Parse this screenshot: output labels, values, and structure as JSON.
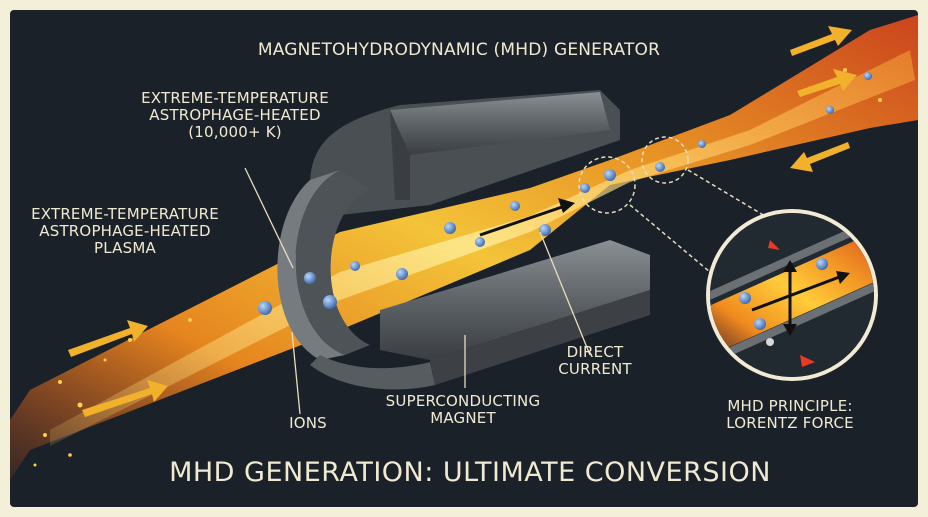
{
  "diagram": {
    "title": "MAGNETOHYDRODYNAMIC (MHD) GENERATOR",
    "label_heated_temp": "EXTREME-TEMPERATURE\nASTROPHAGE-HEATED\n(10,000+ K)",
    "label_plasma": "EXTREME-TEMPERATURE\nASTROPHAGE-HEATED\nPLASMA",
    "label_ions": "IONS",
    "label_magnet": "SUPERCONDUCTING\nMAGNET",
    "label_current": "DIRECT\nCURRENT",
    "label_principle": "MHD PRINCIPLE:\nLORENTZ FORCE",
    "bottom_title": "MHD GENERATION: ULTIMATE CONVERSION"
  },
  "colors": {
    "background": "#1a2128",
    "frame": "#f3efd9",
    "plasma_core": "#ffd24a",
    "plasma_edge": "#e0551c",
    "arrow": "#f1b12a",
    "magnet": "#6b7075",
    "ion": "#5a8fd0",
    "text": "#f1ead2"
  },
  "icons": [
    "flow-arrow-icon",
    "current-arrow-icon",
    "lorentz-force-icon"
  ]
}
